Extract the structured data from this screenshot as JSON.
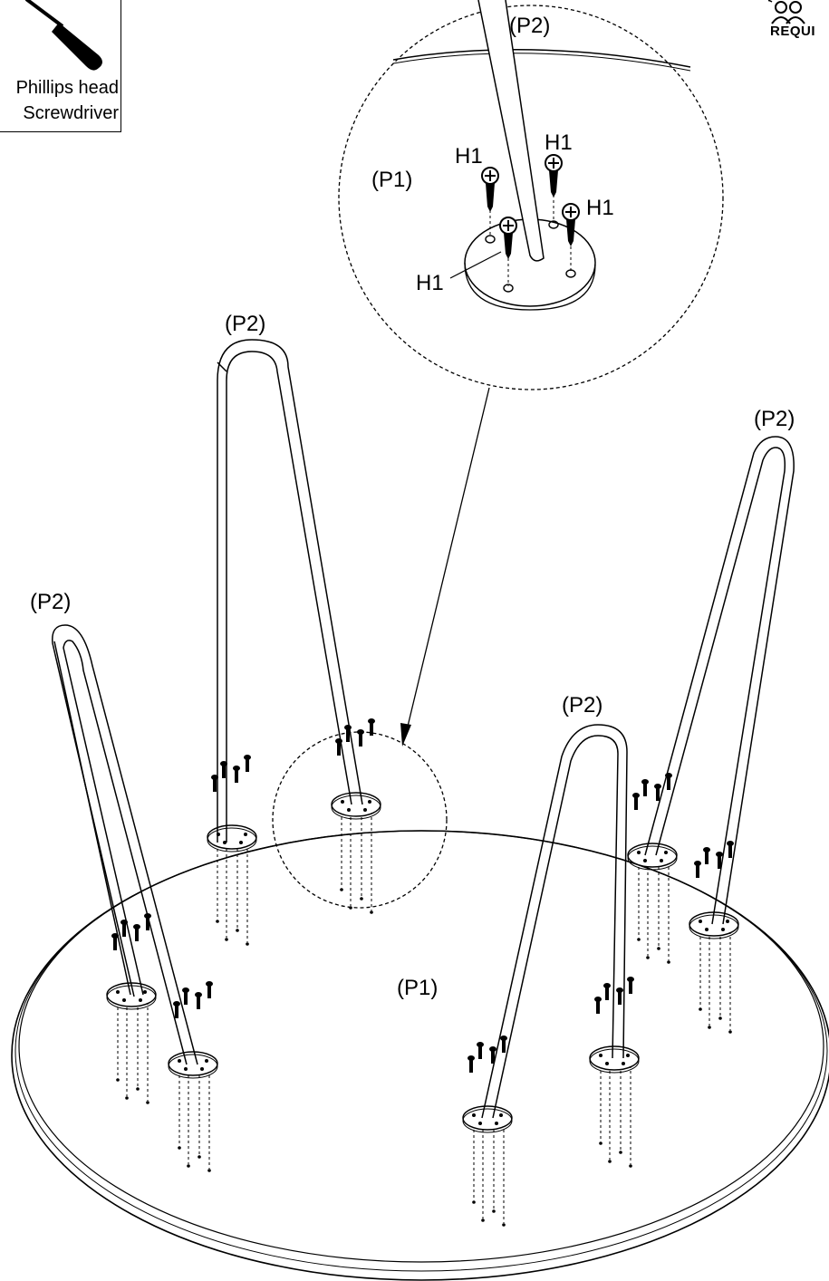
{
  "tool": {
    "line1": "Phillips head",
    "line2": "Screwdriver",
    "icon": "screwdriver-icon"
  },
  "badge": {
    "text": "REQUI",
    "icon": "two-person-icon"
  },
  "labels": {
    "tabletop": "(P1)",
    "leg": "(P2)",
    "screw": "H1"
  },
  "colors": {
    "line": "#000000",
    "background": "#ffffff"
  }
}
